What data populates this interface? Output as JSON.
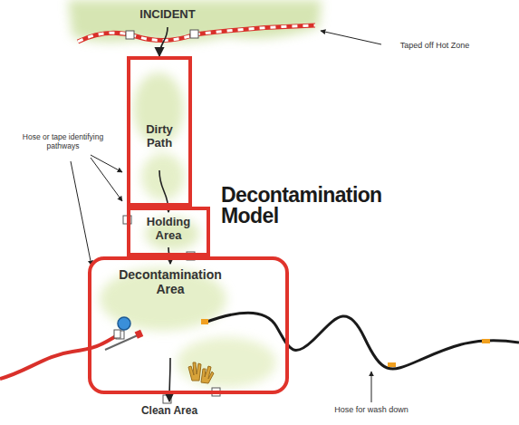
{
  "diagram": {
    "title": "Decontamination Model",
    "nodes": [
      {
        "text": [
          "INCIDENT"
        ]
      },
      {
        "text": [
          "Dirty Path"
        ]
      },
      {
        "text": [
          "Holding Area"
        ]
      },
      {
        "text": [
          "Decontamination Area"
        ]
      },
      {
        "text": [
          "Clean Area"
        ]
      }
    ],
    "edges": [
      {
        "from": 0,
        "to": 1,
        "arrow": "to"
      },
      {
        "from": 1,
        "to": 2,
        "arrow": "to"
      },
      {
        "from": 2,
        "to": 3,
        "arrow": "to"
      },
      {
        "from": 3,
        "to": 4,
        "arrow": "to"
      }
    ],
    "labels": [
      "Taped off Hot Zone",
      "Hose or tape identifying pathways",
      "Hose for wash down"
    ]
  }
}
